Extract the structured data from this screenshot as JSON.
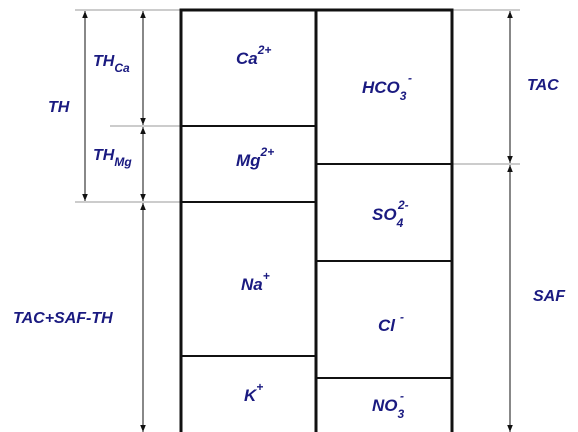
{
  "cations": {
    "ca": {
      "base": "Ca",
      "sup": "2+"
    },
    "mg": {
      "base": "Mg",
      "sup": "2+"
    },
    "na": {
      "base": "Na",
      "sup": "+"
    },
    "k": {
      "base": "K",
      "sup": "+"
    }
  },
  "anions": {
    "hco3": {
      "base": "HCO",
      "sub": "3",
      "sup": "-"
    },
    "so4": {
      "base": "SO",
      "sub": "4",
      "sup": "2-"
    },
    "cl": {
      "base": "Cl",
      "sup": "-"
    },
    "no3": {
      "base": "NO",
      "sub": "3",
      "sup": "-"
    }
  },
  "labels": {
    "th": "TH",
    "th_ca": {
      "base": "TH",
      "sub": "Ca"
    },
    "th_mg": {
      "base": "TH",
      "sub": "Mg"
    },
    "tac_saf_th": "TAC+SAF-TH",
    "tac": "TAC",
    "saf": "SAF"
  },
  "colors": {
    "text": "#1a1a80",
    "lines": "#111111"
  }
}
